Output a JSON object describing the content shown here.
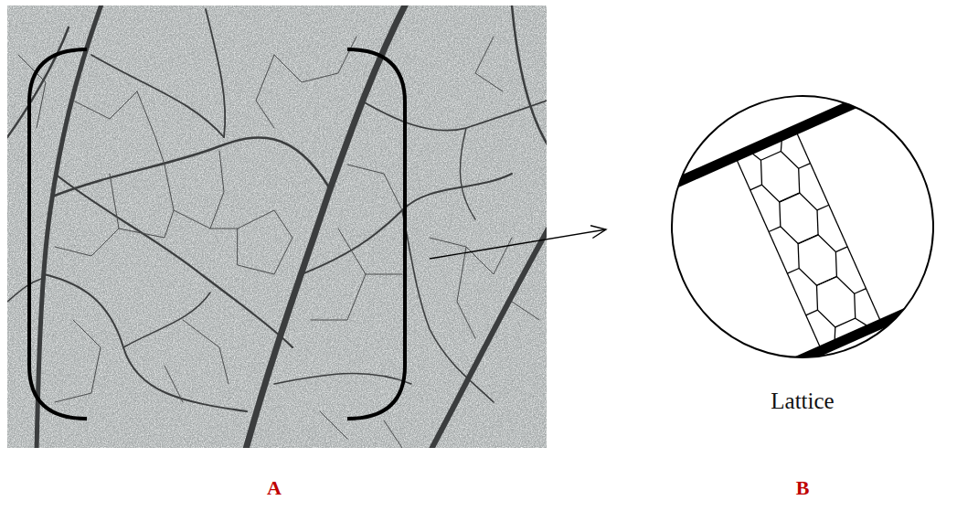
{
  "diagram": {
    "labels": [
      "Lattice",
      "A",
      "B"
    ]
  }
}
